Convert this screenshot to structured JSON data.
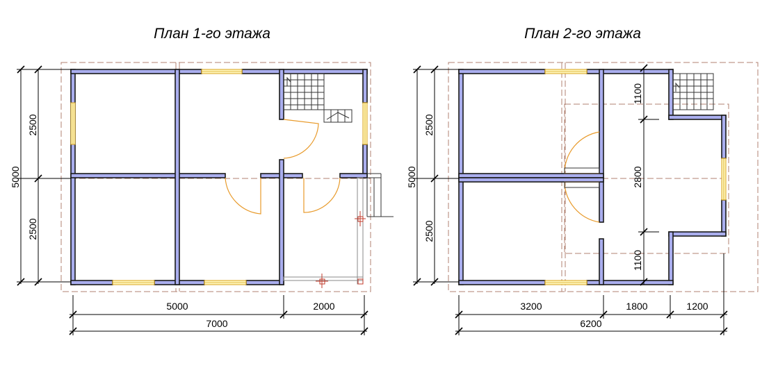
{
  "plans": {
    "first": {
      "title": "План 1-го этажа",
      "dims": {
        "left_total": "5000",
        "left_top": "2500",
        "left_bottom": "2500",
        "bottom_a": "5000",
        "bottom_b": "2000",
        "bottom_total": "7000"
      }
    },
    "second": {
      "title": "План 2-го этажа",
      "dims": {
        "left_total": "5000",
        "left_top": "2500",
        "left_bottom": "2500",
        "inner_top": "1100",
        "inner_mid": "2800",
        "inner_bottom": "1100",
        "bottom_a": "3200",
        "bottom_b": "1800",
        "bottom_c": "1200",
        "bottom_total": "6200"
      }
    }
  },
  "colors": {
    "wall_fill": "#aaaeee",
    "window_fill": "#fff8c0",
    "door_swing": "#e89a2a",
    "dashed_outline": "#b08070"
  }
}
